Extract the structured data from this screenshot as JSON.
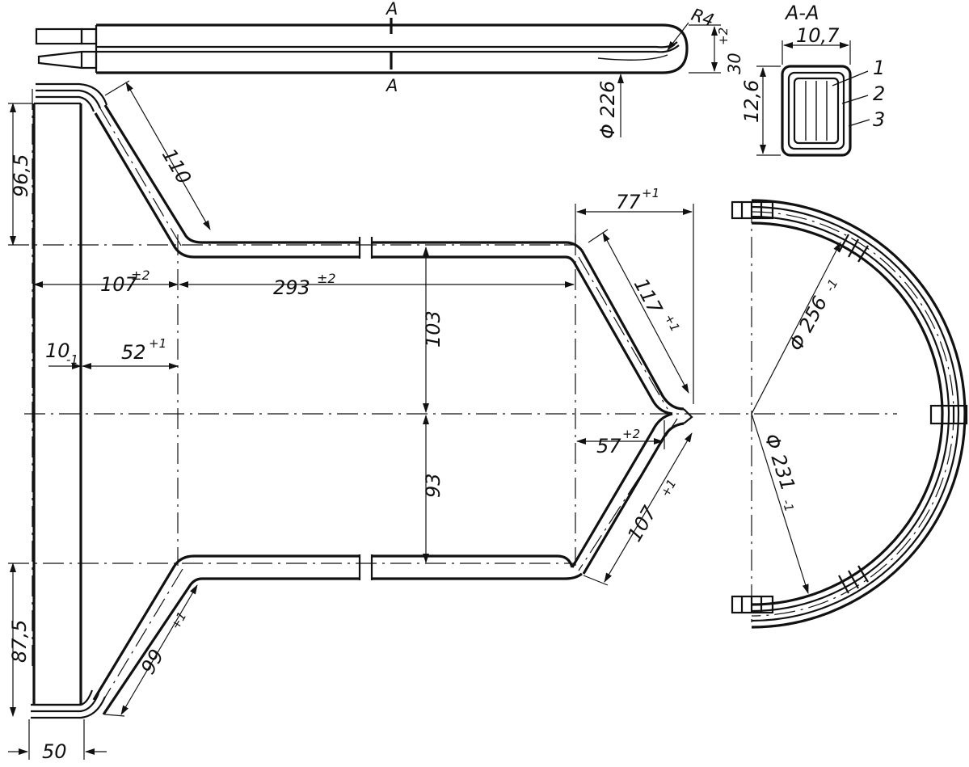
{
  "section": {
    "mark_top": "A",
    "mark_bottom": "A",
    "title": "A-A",
    "width": "10,7",
    "height": "12,6",
    "callouts": [
      "1",
      "2",
      "3"
    ]
  },
  "side_view": {
    "radius": "R4",
    "thickness": "30",
    "thickness_tol": "+2",
    "diameter": "Φ 226"
  },
  "main": {
    "d_96_5": "96,5",
    "d_110": "110",
    "d_107": "107",
    "d_107_tol": "±2",
    "d_293": "293",
    "d_293_tol": "±2",
    "d_10": "10",
    "d_10_tol": "-1",
    "d_52": "52",
    "d_52_tol": "+1",
    "d_103": "103",
    "d_93": "93",
    "d_77": "77",
    "d_77_tol": "+1",
    "d_117": "117",
    "d_117_tol": "+1",
    "d_57": "57",
    "d_57_tol": "+2",
    "d_107b": "107",
    "d_107b_tol": "+1",
    "d_99": "99",
    "d_99_tol": "+1",
    "d_87_5": "87,5",
    "d_50": "50"
  },
  "ring": {
    "outer": "Φ 256",
    "outer_tol": "-1",
    "inner": "Φ 231",
    "inner_tol": "-1"
  }
}
